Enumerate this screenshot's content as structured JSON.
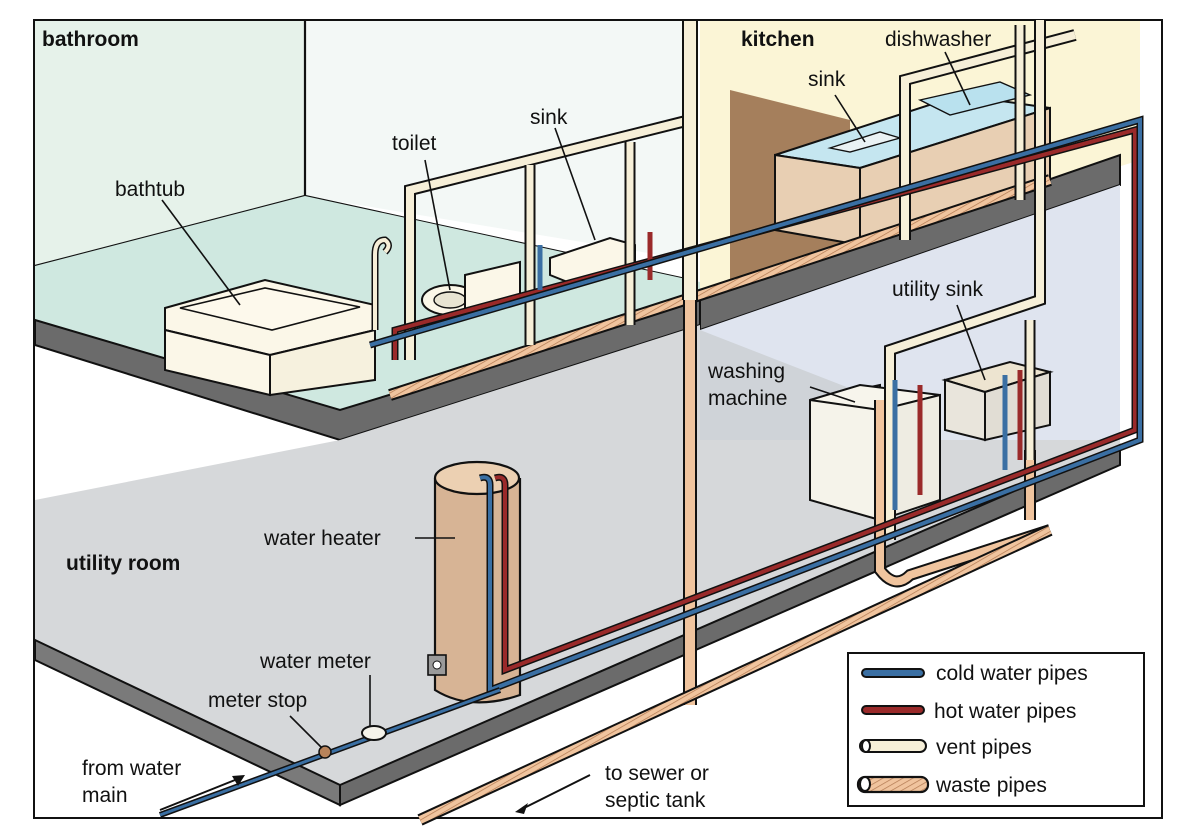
{
  "rooms": {
    "bathroom": "bathroom",
    "kitchen": "kitchen",
    "utility_room": "utility room"
  },
  "labels": {
    "bathtub": "bathtub",
    "toilet": "toilet",
    "bathroom_sink": "sink",
    "kitchen_sink": "sink",
    "dishwasher": "dishwasher",
    "utility_sink": "utility sink",
    "washing_machine_line1": "washing",
    "washing_machine_line2": "machine",
    "water_heater": "water heater",
    "water_meter": "water meter",
    "meter_stop": "meter stop",
    "from_main_line1": "from water",
    "from_main_line2": "main",
    "to_sewer_line1": "to sewer or",
    "to_sewer_line2": "septic tank"
  },
  "legend": {
    "items": [
      {
        "label": "cold water pipes",
        "type": "cold",
        "color": "#3a6fa3"
      },
      {
        "label": "hot water pipes",
        "type": "hot",
        "color": "#9a2a2a"
      },
      {
        "label": "vent pipes",
        "type": "vent",
        "color": "#f6efd8"
      },
      {
        "label": "waste pipes",
        "type": "waste",
        "color": "#f0c49e"
      }
    ]
  },
  "colors": {
    "cold_pipe": "#3a6fa3",
    "hot_pipe": "#9a2a2a",
    "vent_pipe": "#f6efd8",
    "waste_pipe": "#f0c49e",
    "bathroom_wall": "#e6f2ea",
    "bathroom_floor": "#cfe8e0",
    "kitchen_wall": "#fbf5d6",
    "utility_floor": "#d6d8da",
    "utility_wall": "#dfe4ef",
    "slab": "#6b6b6b",
    "heater": "#d7b495"
  }
}
